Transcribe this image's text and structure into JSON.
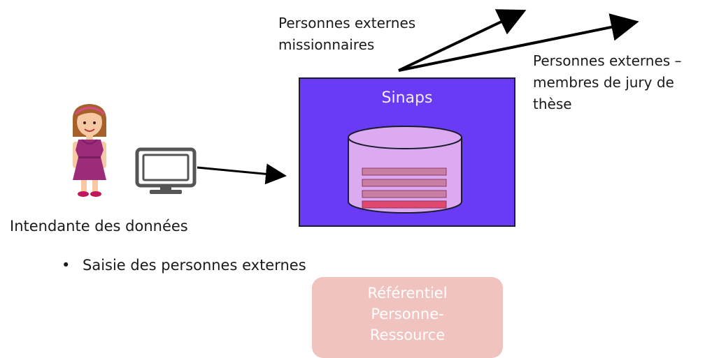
{
  "diagram": {
    "external_missionaries": [
      "Personnes externes",
      "missionnaires"
    ],
    "external_jury": [
      "Personnes externes –",
      "membres de jury de",
      "thèse"
    ],
    "system_name": "Sinaps",
    "actor_label": "Intendante des données",
    "bullet": "Saisie des personnes externes",
    "bullet_symbol": "•",
    "referentiel": [
      "Référentiel",
      "Personne-",
      "Ressource"
    ]
  },
  "colors": {
    "system_fill": "#6a3bf5",
    "database_fill": "#dcaaf0",
    "referentiel_fill": "#f0c3bf",
    "person_dress": "#9c2b7a"
  }
}
